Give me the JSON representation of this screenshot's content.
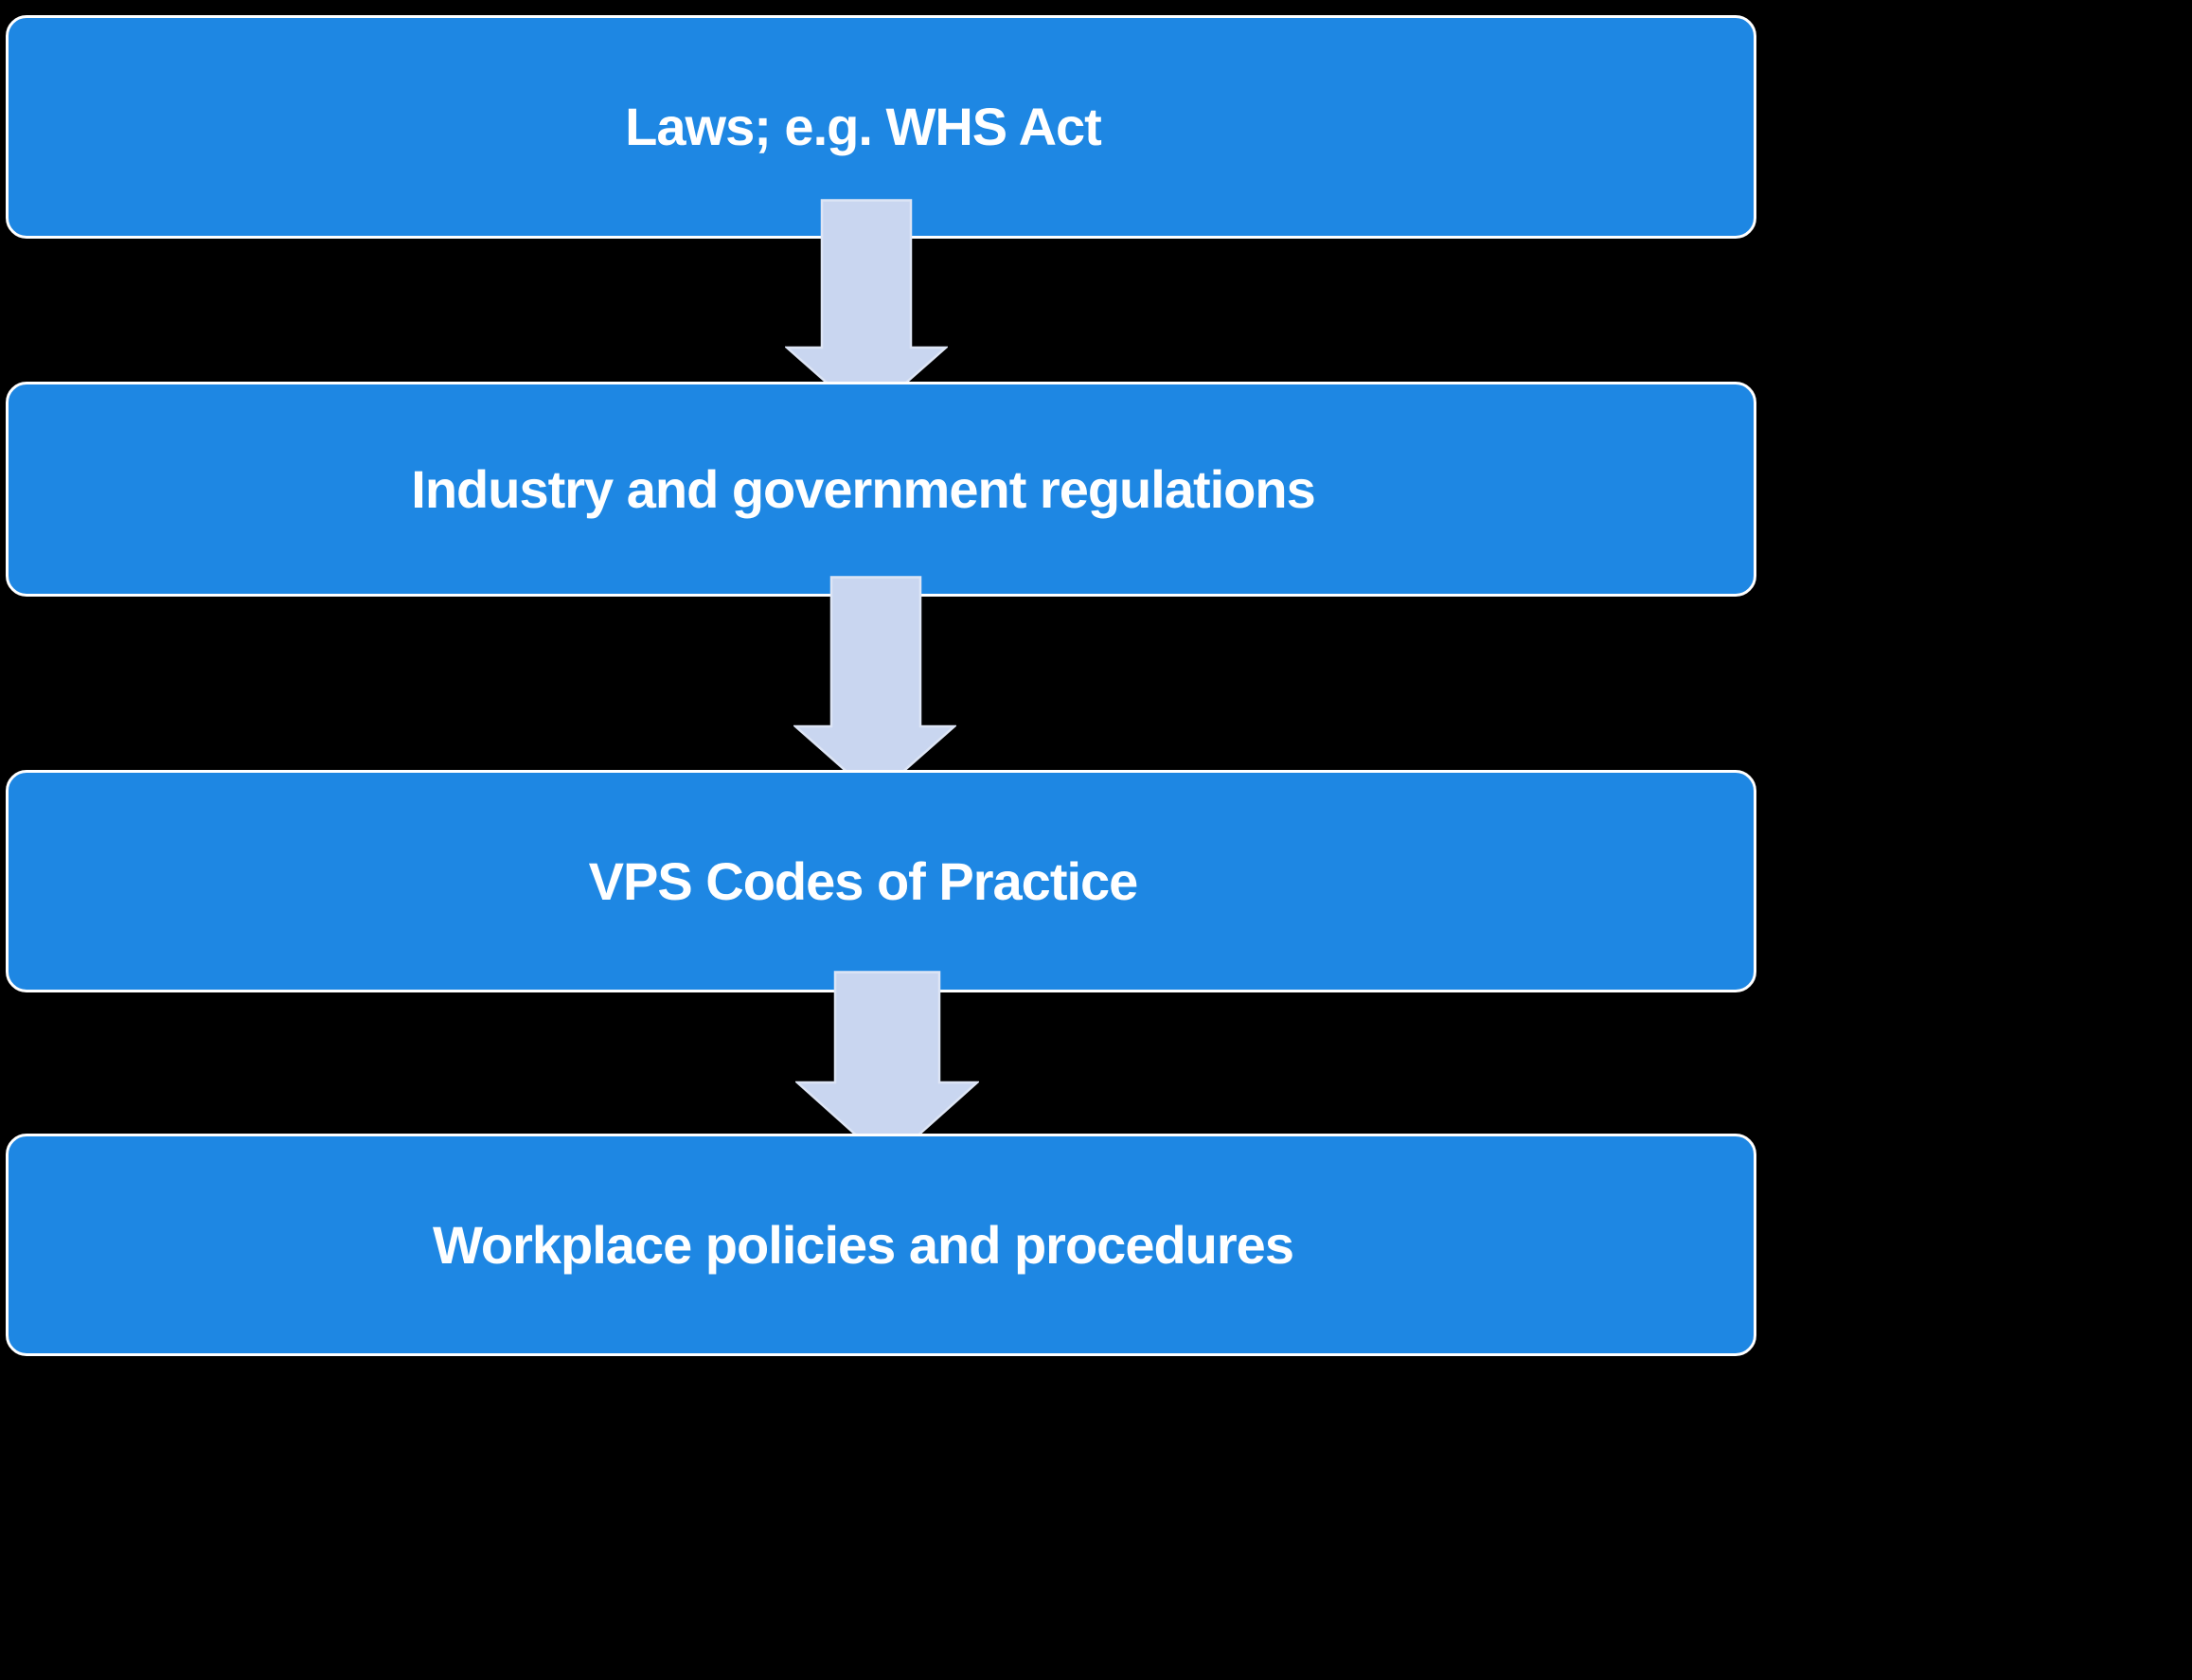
{
  "theme": {
    "background": "#000000",
    "box_fill": "#1E87E3",
    "box_border": "#FFFFFF",
    "text_color": "#FFFFFF",
    "arrow_fill": "#C9D6F0",
    "arrow_stroke": "#DDE5F5"
  },
  "flowchart": {
    "direction": "top-down",
    "connector_icon": "down-arrow-icon",
    "nodes": [
      {
        "label": "Laws; e.g. WHS Act"
      },
      {
        "label": "Industry and government regulations"
      },
      {
        "label": "VPS Codes of Practice"
      },
      {
        "label": "Workplace policies and procedures"
      }
    ]
  }
}
